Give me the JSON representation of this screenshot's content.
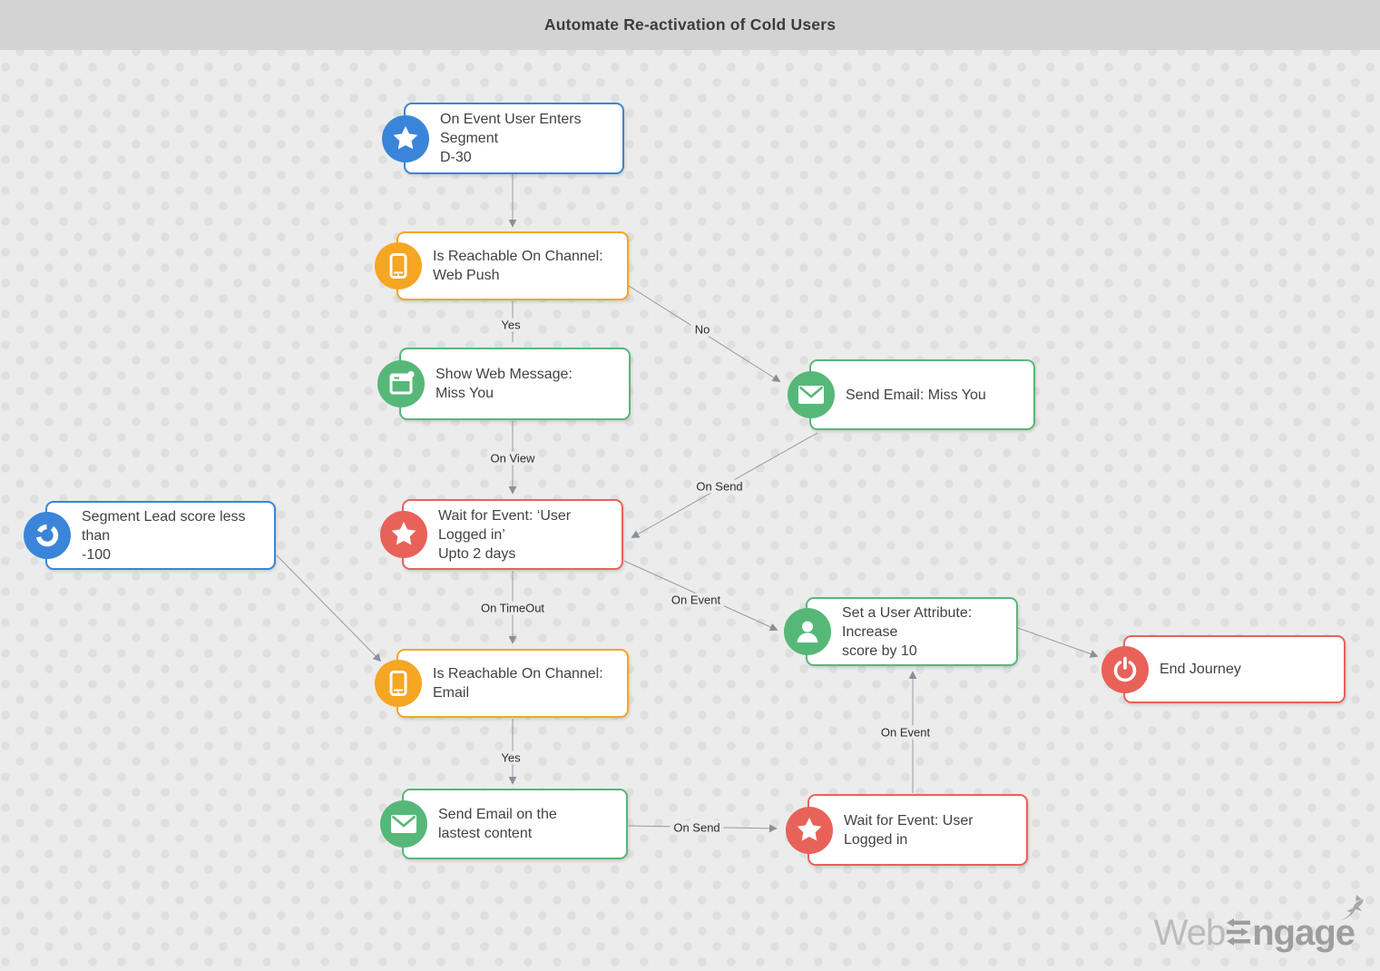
{
  "header": {
    "title": "Automate Re-activation of Cold Users"
  },
  "colors": {
    "trigger_blue": "#3a85d9",
    "condition_orange": "#f5a623",
    "action_green": "#56b878",
    "wait_red": "#e8625a",
    "connector_gray": "#9a9a9a"
  },
  "nodes": [
    {
      "id": "segment-entry-trigger",
      "icon": "star-icon",
      "color": "#3a85d9",
      "line1": "On Event User Enters Segment",
      "line2": "D-30"
    },
    {
      "id": "reachable-web-push",
      "icon": "mobile-icon",
      "color": "#f5a623",
      "line1": "Is Reachable On Channel:",
      "line2": "Web Push"
    },
    {
      "id": "show-web-message",
      "icon": "browser-icon",
      "color": "#56b878",
      "line1": "Show Web Message:",
      "line2": "Miss You"
    },
    {
      "id": "send-email-miss-you",
      "icon": "envelope-icon",
      "color": "#56b878",
      "line1": "Send Email: Miss You",
      "line2": ""
    },
    {
      "id": "wait-event-upto-2-days",
      "icon": "star-icon",
      "color": "#e8625a",
      "line1": "Wait for  Event: ‘User Logged in’",
      "line2": "Upto 2 days"
    },
    {
      "id": "segment-lead-score",
      "icon": "donut-icon",
      "color": "#3a85d9",
      "line1": "Segment Lead score less than",
      "line2": "-100"
    },
    {
      "id": "set-user-attribute",
      "icon": "user-icon",
      "color": "#56b878",
      "line1": "Set a User Attribute: Increase",
      "line2": "score by 10"
    },
    {
      "id": "end-journey",
      "icon": "power-icon",
      "color": "#e8625a",
      "line1": "End Journey",
      "line2": ""
    },
    {
      "id": "reachable-email",
      "icon": "mobile-icon",
      "color": "#f5a623",
      "line1": "Is Reachable On Channel:",
      "line2": "Email"
    },
    {
      "id": "send-email-latest",
      "icon": "envelope-icon",
      "color": "#56b878",
      "line1": "Send Email on the",
      "line2": "lastest content"
    },
    {
      "id": "wait-event-logged-in",
      "icon": "star-icon",
      "color": "#e8625a",
      "line1": "Wait for  Event: User Logged in",
      "line2": ""
    }
  ],
  "edges": [
    {
      "from": "segment-entry-trigger",
      "to": "reachable-web-push",
      "label": ""
    },
    {
      "from": "reachable-web-push",
      "to": "show-web-message",
      "label": "Yes"
    },
    {
      "from": "reachable-web-push",
      "to": "send-email-miss-you",
      "label": "No"
    },
    {
      "from": "show-web-message",
      "to": "wait-event-upto-2-days",
      "label": "On View"
    },
    {
      "from": "send-email-miss-you",
      "to": "wait-event-upto-2-days",
      "label": "On Send"
    },
    {
      "from": "wait-event-upto-2-days",
      "to": "reachable-email",
      "label": "On TimeOut"
    },
    {
      "from": "wait-event-upto-2-days",
      "to": "set-user-attribute",
      "label": "On Event"
    },
    {
      "from": "segment-lead-score",
      "to": "reachable-email",
      "label": ""
    },
    {
      "from": "set-user-attribute",
      "to": "end-journey",
      "label": ""
    },
    {
      "from": "reachable-email",
      "to": "send-email-latest",
      "label": "Yes"
    },
    {
      "from": "send-email-latest",
      "to": "wait-event-logged-in",
      "label": "On Send"
    },
    {
      "from": "wait-event-logged-in",
      "to": "set-user-attribute",
      "label": "On Event"
    }
  ],
  "watermark": {
    "web": "Web",
    "engage": "ngage"
  }
}
